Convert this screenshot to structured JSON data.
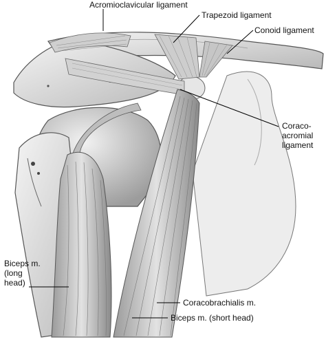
{
  "figure": {
    "labels": {
      "acromioclavicular": "Acromioclavicular ligament",
      "trapezoid": "Trapezoid ligament",
      "conoid": "Conoid ligament",
      "coracoacromial": "Coraco-\nacromial\nligament",
      "biceps_long": "Biceps m.\n(long\nhead)",
      "coracobrachialis": "Coracobrachialis m.",
      "biceps_short": "Biceps m. (short head)"
    }
  }
}
